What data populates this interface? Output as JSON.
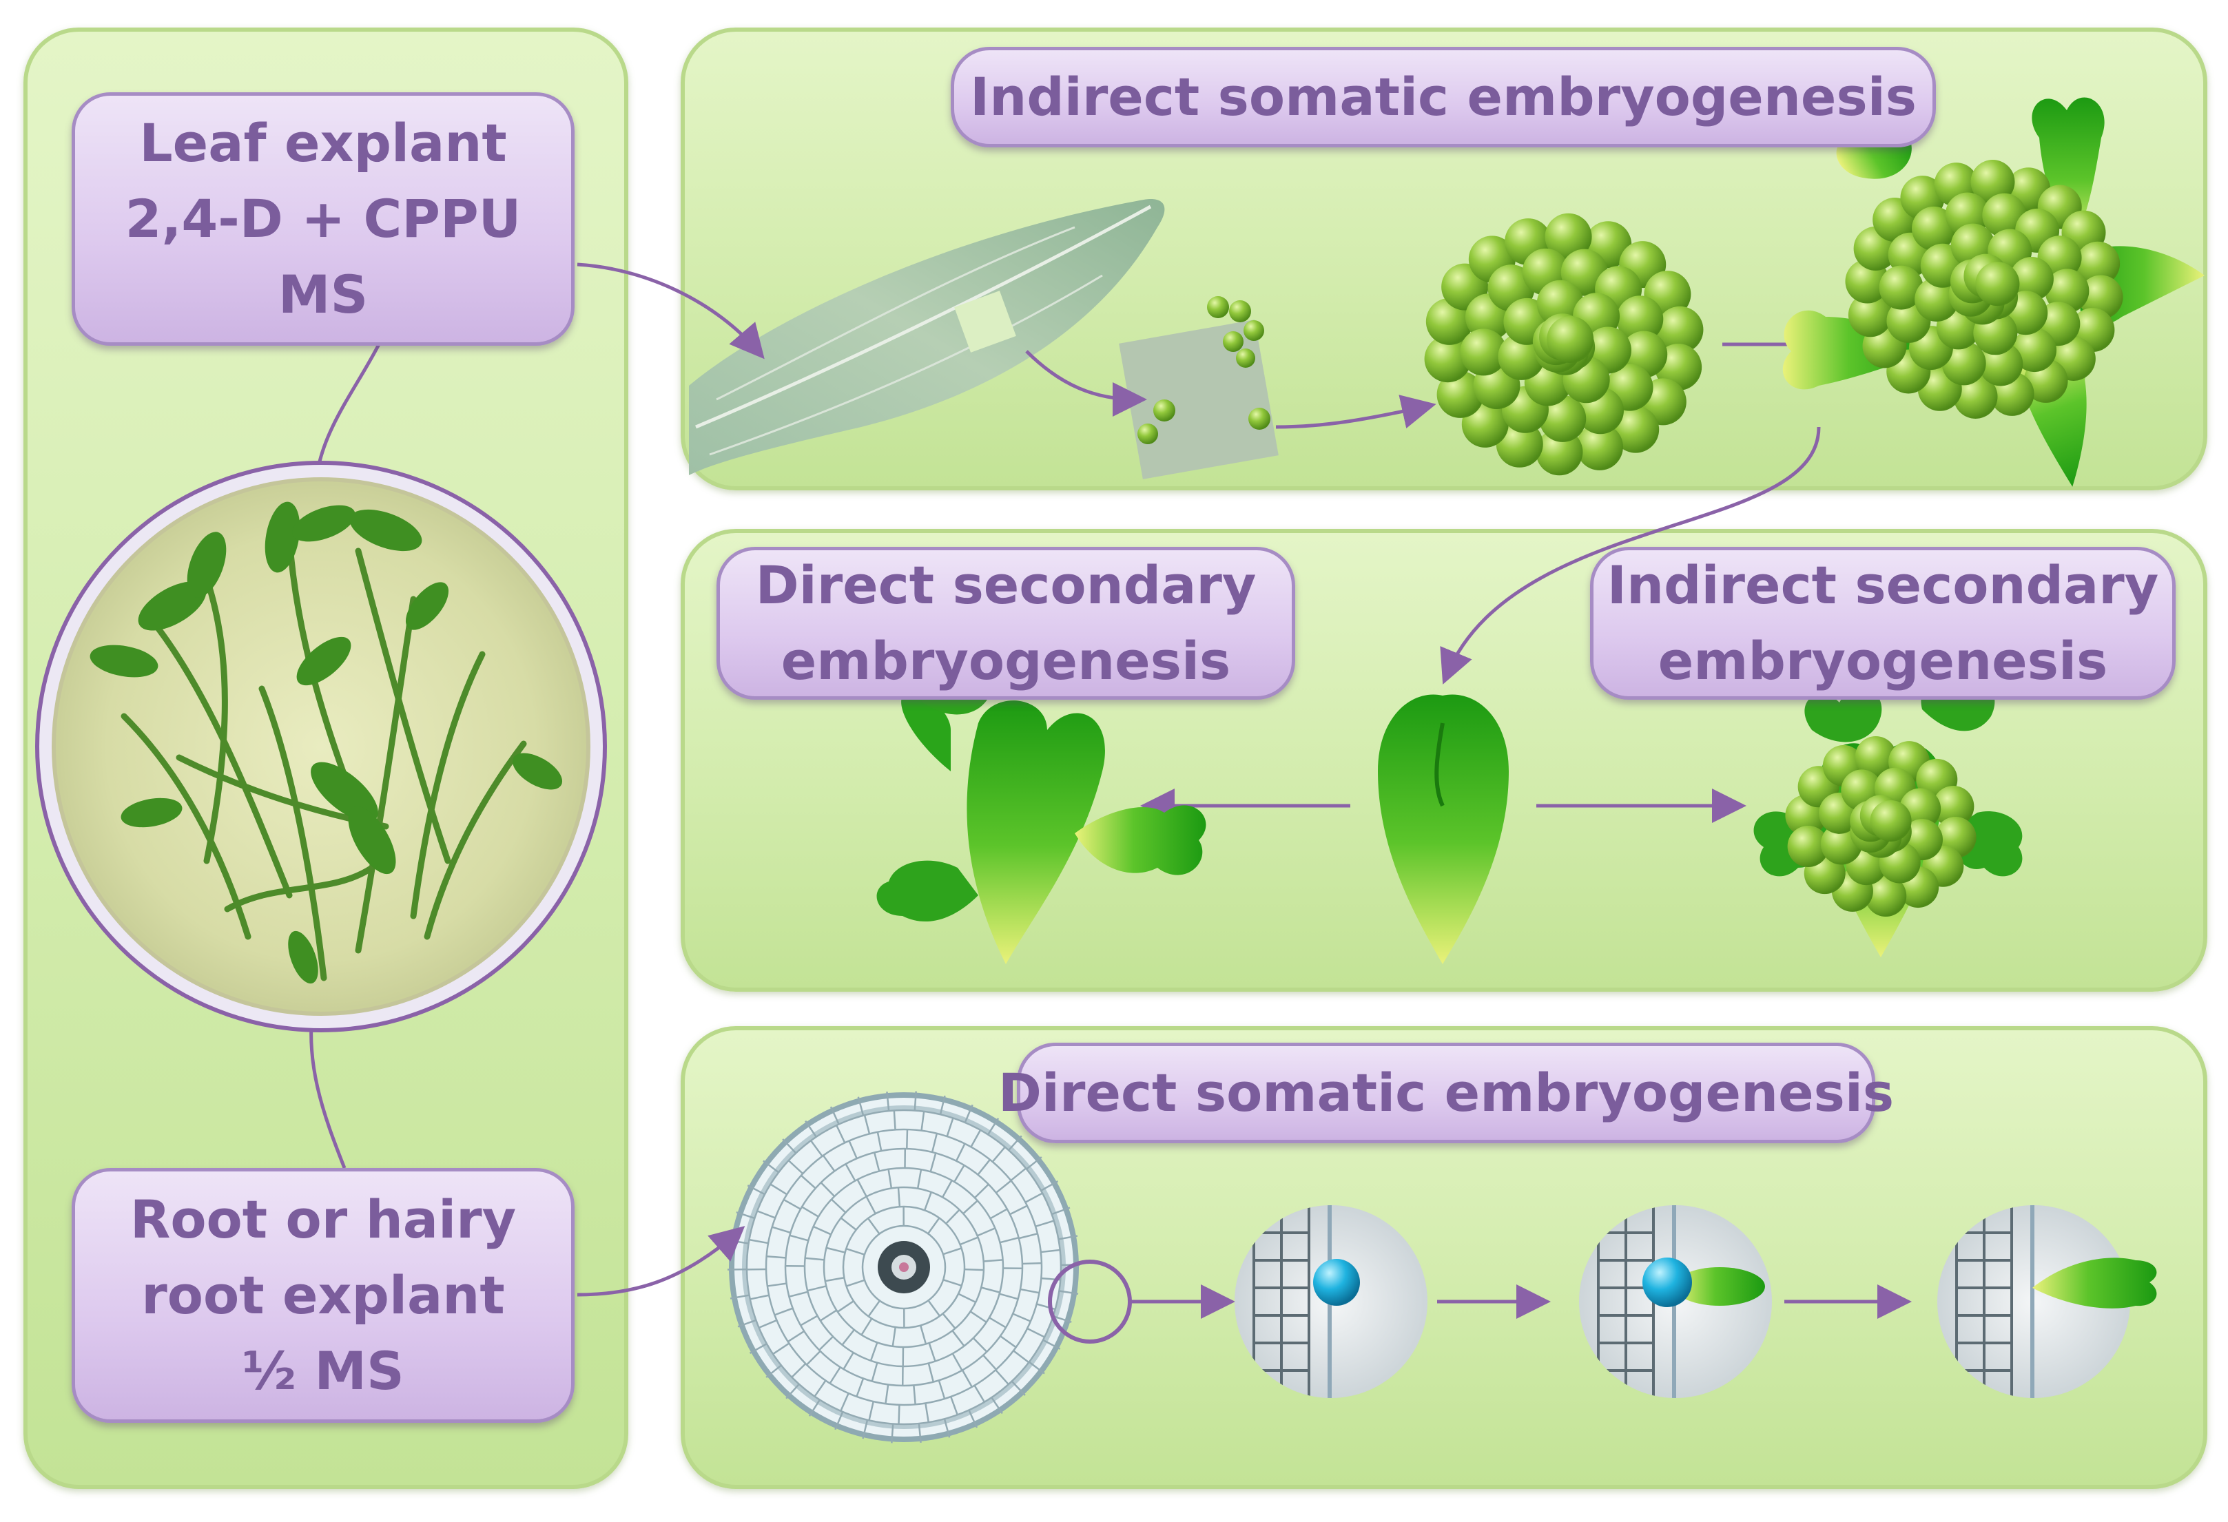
{
  "left_panel": {
    "leaf_explant_label": [
      "Leaf explant",
      "2,4-D + CPPU",
      "MS"
    ],
    "root_explant_label": [
      "Root or hairy",
      "root explant",
      "½ MS"
    ]
  },
  "indirect_somatic": {
    "title": "Indirect somatic embryogenesis"
  },
  "secondary": {
    "direct_title": [
      "Direct secondary",
      "embryogenesis"
    ],
    "indirect_title": [
      "Indirect secondary",
      "embryogenesis"
    ]
  },
  "direct_somatic": {
    "title": "Direct somatic embryogenesis"
  },
  "colors": {
    "panel_fill": "#d3ecad",
    "panel_border": "#b9d98a",
    "label_fill": "#ddc9ee",
    "label_text": "#7b5d9c",
    "arrow": "#8a62a8",
    "embryo_green": "#3fa81a",
    "callus_green": "#7fc23a",
    "cell_blue": "#16a9d9"
  }
}
